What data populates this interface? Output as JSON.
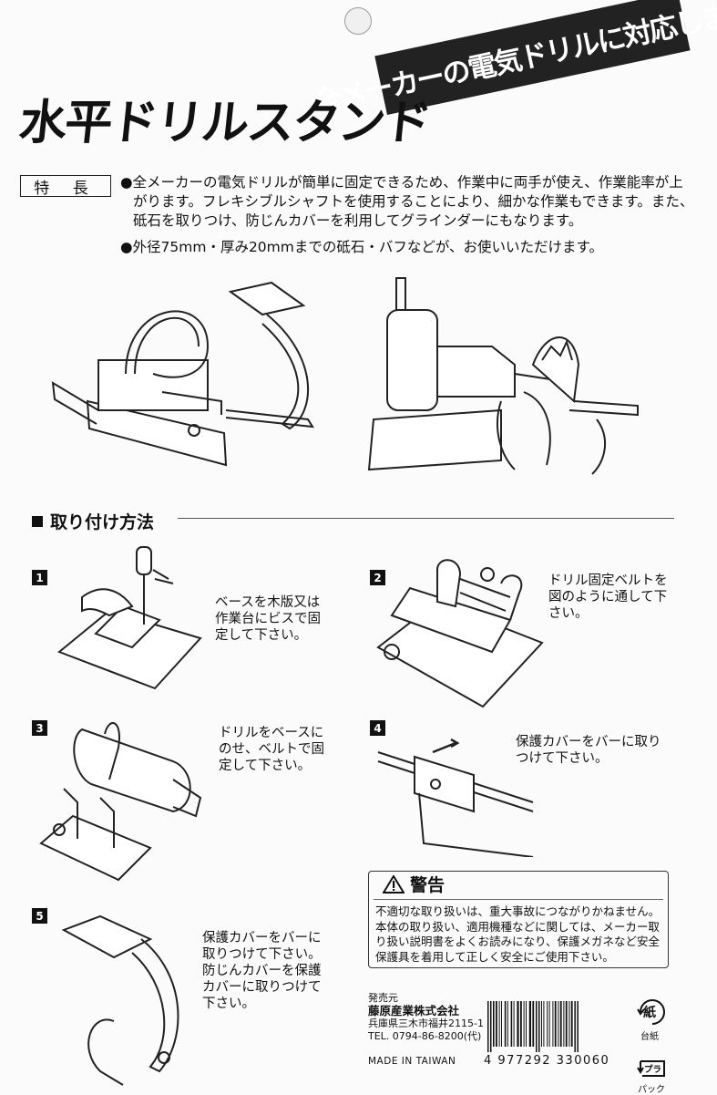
{
  "header": {
    "title": "水平ドリルスタンド",
    "banner": "全メーカーの電気ドリルに対応します"
  },
  "features": {
    "label": "特 長",
    "items": [
      "●全メーカーの電気ドリルが簡単に固定できるため、作業中に両手が使え、作業能率が上がります。フレキシブルシャフトを使用することにより、細かな作業もできます。また、砥石を取りつけ、防じんカバーを利用してグラインダーにもなります。",
      "●外径75mm・厚み20mmまでの砥石・バフなどが、お使いいただけます。"
    ]
  },
  "section": {
    "title": "取り付け方法"
  },
  "steps": [
    {
      "num": "1",
      "text": "ベースを木版又は\n作業台にビスで固\n定して下さい。"
    },
    {
      "num": "2",
      "text": "ドリル固定ベルトを\n図のように通して下\nさい。"
    },
    {
      "num": "3",
      "text": "ドリルをベースに\nのせ、ベルトで固\n定して下さい。"
    },
    {
      "num": "4",
      "text": "保護カバーをバーに取り\nつけて下さい。"
    },
    {
      "num": "5",
      "text": "保護カバーをバーに\n取りつけて下さい。\n防じんカバーを保護\nカバーに取りつけて\n下さい。"
    }
  ],
  "warning": {
    "title": "警告",
    "text": "不適切な取り扱いは、重大事故につながりかねません。本体の取り扱い、適用機種などに関しては、メーカー取り扱い説明書をよくお読みになり、保護メガネなど安全保護具を着用して正しく安全にご使用下さい。"
  },
  "publisher": {
    "label": "発売元",
    "company": "藤原産業株式会社",
    "address": "兵庫県三木市福井2115-1",
    "tel": "TEL. 0794-86-8200(代)"
  },
  "made_in": "MADE IN TAIWAN",
  "barcode": "4 977292 330060",
  "recycle": {
    "paper_mark": "紙",
    "paper_label": "台紙",
    "plastic_mark": "プラ",
    "plastic_label": "パック"
  }
}
